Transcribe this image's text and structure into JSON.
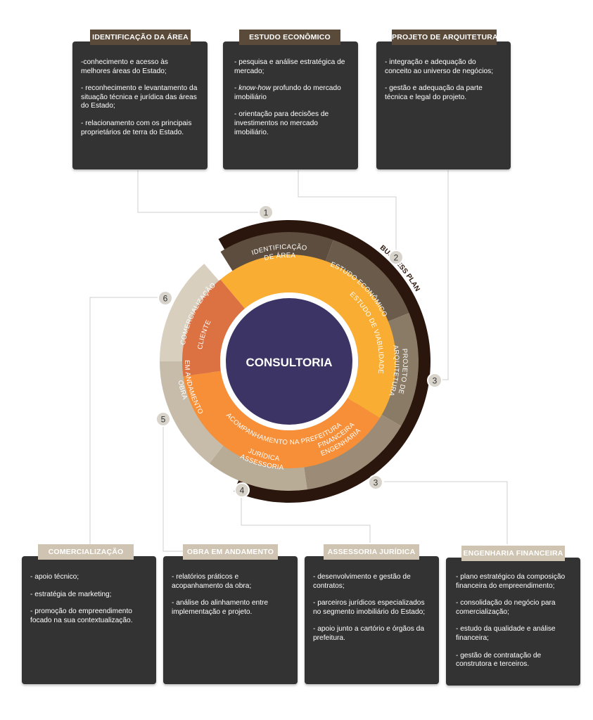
{
  "center": {
    "label": "CONSULTORIA"
  },
  "inner_ring": {
    "cliente": "CLIENTE",
    "estudo_viabilidade": "ESTUDO DE VIABILIDADE",
    "acompanhamento": "ACOMPANHAMENTO NA PREFEITURA"
  },
  "outer_ring": {
    "identificacao_line1": "IDENTIFICAÇÃO",
    "identificacao_line2": "DE ÁREA",
    "estudo_economico": "ESTUDO ECONÔMICO",
    "projeto_line1": "PROJETO DE",
    "projeto_line2": "ARQUITETURA",
    "engenharia_line1": "ENGENHARIA",
    "engenharia_line2": "FINANCEIRA",
    "assessoria_line1": "ASSESSORIA",
    "assessoria_line2": "JURÍDICA",
    "obra_line1": "OBRA",
    "obra_line2": "EM ANDAMENTO",
    "comercializacao": "COMERCIALIZAÇÃO"
  },
  "business_plan": "BUSINESS PLAN",
  "step_numbers": [
    "1",
    "2",
    "3",
    "3",
    "4",
    "5",
    "6"
  ],
  "cards": {
    "identificacao": {
      "title": "IDENTIFICAÇÃO DA ÁREA",
      "items": [
        "-conhecimento e acesso às melhores áreas do Estado;",
        "- reconhecimento e levantamento da situação técnica e jurídica das áreas do Estado;",
        "- relacionamento com os principais proprietários de terra do Estado."
      ]
    },
    "estudo": {
      "title": "ESTUDO ECONÔMICO",
      "item1": "- pesquisa e análise estratégica de mercado;",
      "item2_prefix": "- ",
      "item2_em": "know-how",
      "item2_rest": " profundo do mercado imobiliário",
      "item3": "- orientação para decisões de investimentos no mercado imobiliário."
    },
    "projeto": {
      "title": "PROJETO DE ARQUITETURA",
      "items": [
        "- integração e adequação do conceito ao universo de  negócios;",
        "- gestão e adequação da parte técnica e legal do projeto."
      ]
    },
    "comercializacao": {
      "title": "COMERCIALIZAÇÃO",
      "items": [
        "- apoio técnico;",
        "- estratégia de marketing;",
        "- promoção do empreendimento focado na sua contextualização."
      ]
    },
    "obra": {
      "title": "OBRA EM ANDAMENTO",
      "items": [
        "- relatórios práticos e acopanhamento da obra;",
        "- análise do alinhamento entre implementação e projeto."
      ]
    },
    "assessoria": {
      "title": "ASSESSORIA JURÍDICA",
      "items": [
        "- desenvolvimento e gestão de contratos;",
        "- parceiros jurídicos especializados no segmento imobiliário do Estado;",
        "- apoio junto a cartório e órgãos da prefeitura."
      ]
    },
    "engenharia": {
      "title": "ENGENHARIA FINANCEIRA",
      "items": [
        "- plano estratégico da composição financeira do empreendimento;",
        "- consolidação do negócio para comercialização;",
        "- estudo da qualidade e análise financeira;",
        "- gestão de contratação de construtora e terceiros."
      ]
    }
  },
  "colors": {
    "card_bg": "#333333",
    "tag_dark": "#5a4a3a",
    "tag_light": "#cfc4b2",
    "center": "#3b3464",
    "cliente": "#dc7142",
    "viabilidade": "#f9ad32",
    "acompanhamento": "#f68f38",
    "business_plan_ring": "#2a160c"
  }
}
